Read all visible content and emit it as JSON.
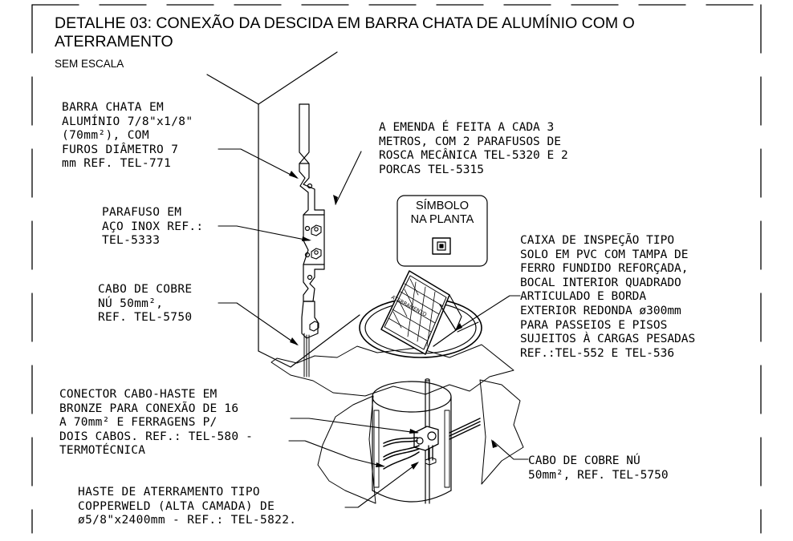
{
  "header": {
    "title": "DETALHE 03: CONEXÃO DA DESCIDA EM BARRA CHATA DE ALUMÍNIO COM O ATERRAMENTO",
    "scale_note": "SEM ESCALA"
  },
  "symbol": {
    "label_line1": "SÍMBOLO",
    "label_line2": "NA PLANTA"
  },
  "box_lid_text": "ATERRAMENTO",
  "annotations": {
    "barra_chata": "BARRA CHATA EM\nALUMÍNIO 7/8\"x1/8\"\n(70mm²), COM\nFUROS DIÂMETRO 7\nmm REF. TEL-771",
    "emenda": "A EMENDA É FEITA A CADA 3\nMETROS, COM 2 PARAFUSOS DE\nROSCA MECÂNICA TEL-5320 E 2\nPORCAS TEL-5315",
    "parafuso": "PARAFUSO EM\nAÇO INOX REF.:\nTEL-5333",
    "cabo_cobre_vertical": "CABO DE COBRE\nNÚ 50mm²,\nREF. TEL-5750",
    "caixa_inspecao": "CAIXA DE INSPEÇÃO TIPO\nSOLO EM PVC COM TAMPA DE\nFERRO FUNDIDO REFORÇADA,\nBOCAL INTERIOR QUADRADO\nARTICULADO E BORDA\nEXTERIOR REDONDA ø300mm\nPARA PASSEIOS E PISOS\nSUJEITOS À CARGAS PESADAS\nREF.:TEL-552 E TEL-536",
    "conector": "CONECTOR CABO-HASTE EM\nBRONZE PARA CONEXÃO DE 16\nA 70mm² E FERRAGENS P/\nDOIS CABOS. REF.: TEL-580 -\nTERMOTÉCNICA",
    "cabo_cobre_horizontal": "CABO DE COBRE NÚ\n50mm², REF. TEL-5750",
    "haste": "HASTE DE ATERRAMENTO TIPO\nCOPPERWELD (ALTA CAMADA) DE\nø5/8\"x2400mm - REF.: TEL-5822."
  }
}
